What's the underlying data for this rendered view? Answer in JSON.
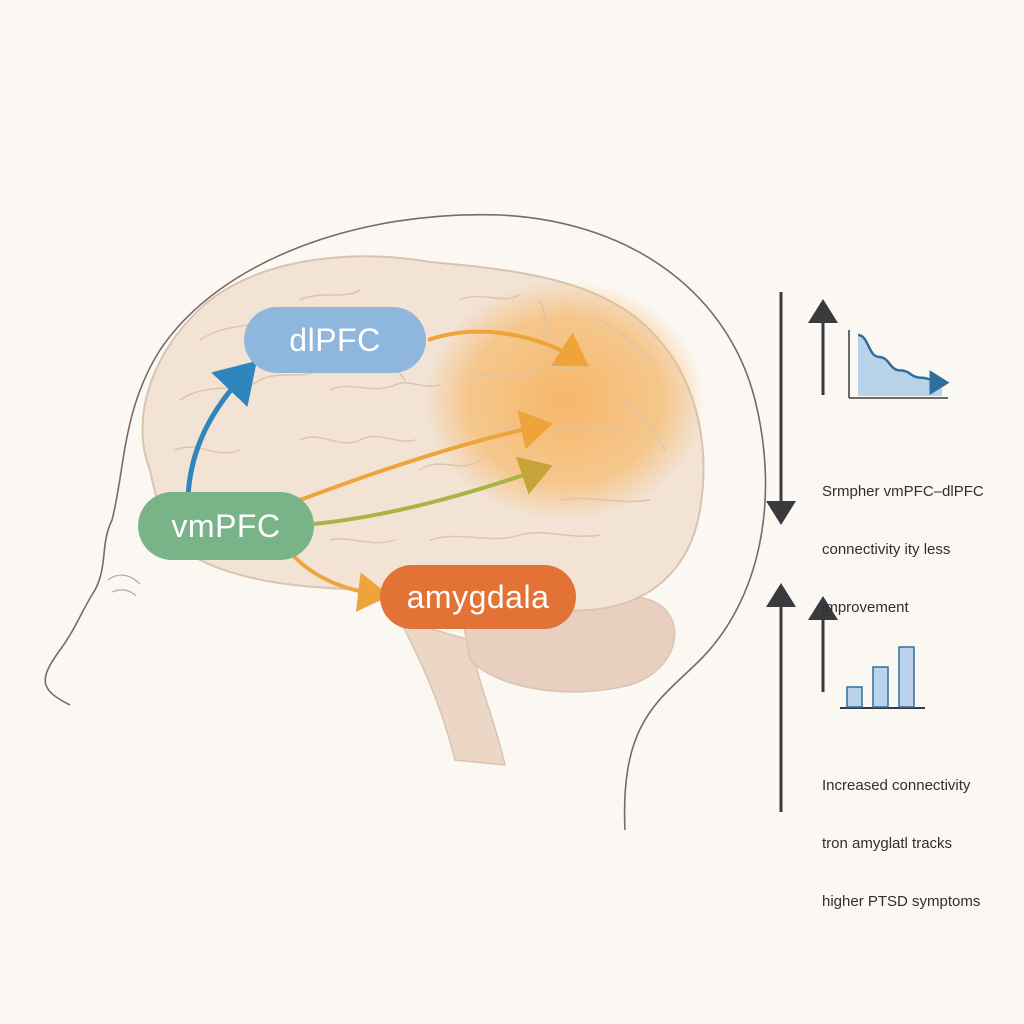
{
  "regions": {
    "dlpfc": {
      "label": "dlPFC",
      "color": "#8fb7de"
    },
    "vmpfc": {
      "label": "vmPFC",
      "color": "#79b489"
    },
    "amygdala": {
      "label": "amygdala",
      "color": "#e37237"
    }
  },
  "colors": {
    "background": "#fbf8f3",
    "brain_fill": "#f2e3d4",
    "brain_outline": "#d9c4b0",
    "highlight_region": "#f7b866",
    "head_outline": "#7a6a64",
    "arrow_blue": "#2f86bd",
    "arrow_orange": "#eea43a",
    "arrow_green": "#a9b445",
    "indicator_dark": "#3a3a3e",
    "mini_chart_blue": "#b8d3ea",
    "mini_chart_line": "#2f6f9c"
  },
  "annotations": {
    "top": {
      "lines": [
        "Srmpher vmPFC–dlPFC",
        "connectivity ity less",
        "improvement"
      ],
      "direction": "down",
      "icon": "declining-curve-chart-icon"
    },
    "bottom": {
      "lines": [
        "Increased connectivity",
        "tron amyglatl tracks",
        "higher PTSD symptoms"
      ],
      "direction": "up",
      "icon": "rising-bar-chart-icon"
    }
  },
  "mini_bar_chart": {
    "values": [
      1,
      2,
      3
    ]
  },
  "mini_decline_chart": {
    "values": [
      5,
      3.2,
      2.1,
      1.5,
      1.1
    ]
  }
}
